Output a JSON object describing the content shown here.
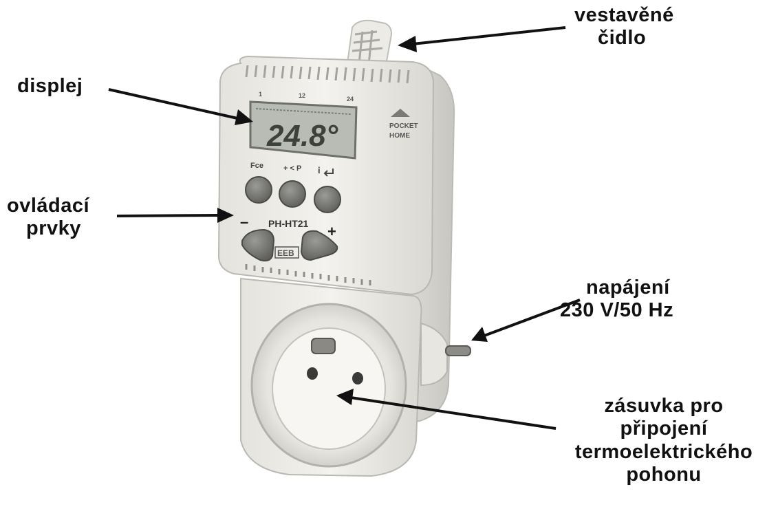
{
  "labels": {
    "sensor": [
      "vestavěné",
      "čidlo"
    ],
    "display": [
      "displej"
    ],
    "controls": [
      "ovládací",
      "prvky"
    ],
    "power": [
      "napájení",
      "230 V/50 Hz"
    ],
    "socket": [
      "zásuvka pro",
      "připojení",
      "termoelektrického",
      "pohonu"
    ]
  },
  "device": {
    "lcd_scale": [
      "1",
      "12",
      "24"
    ],
    "lcd_reading": "24.8°",
    "button_captions": [
      "Fce",
      "+ < P",
      "i"
    ],
    "model": "PH-HT21",
    "minus": "–",
    "plus": "+",
    "brand_lines": [
      "POCKET",
      "HOME"
    ],
    "maker": "EEB"
  },
  "colors": {
    "ink": "#111111",
    "body": "#efeee9",
    "body_shadow": "#c9c8c2",
    "lcd": "#b9bcb4",
    "button": "#6f6f6c"
  }
}
